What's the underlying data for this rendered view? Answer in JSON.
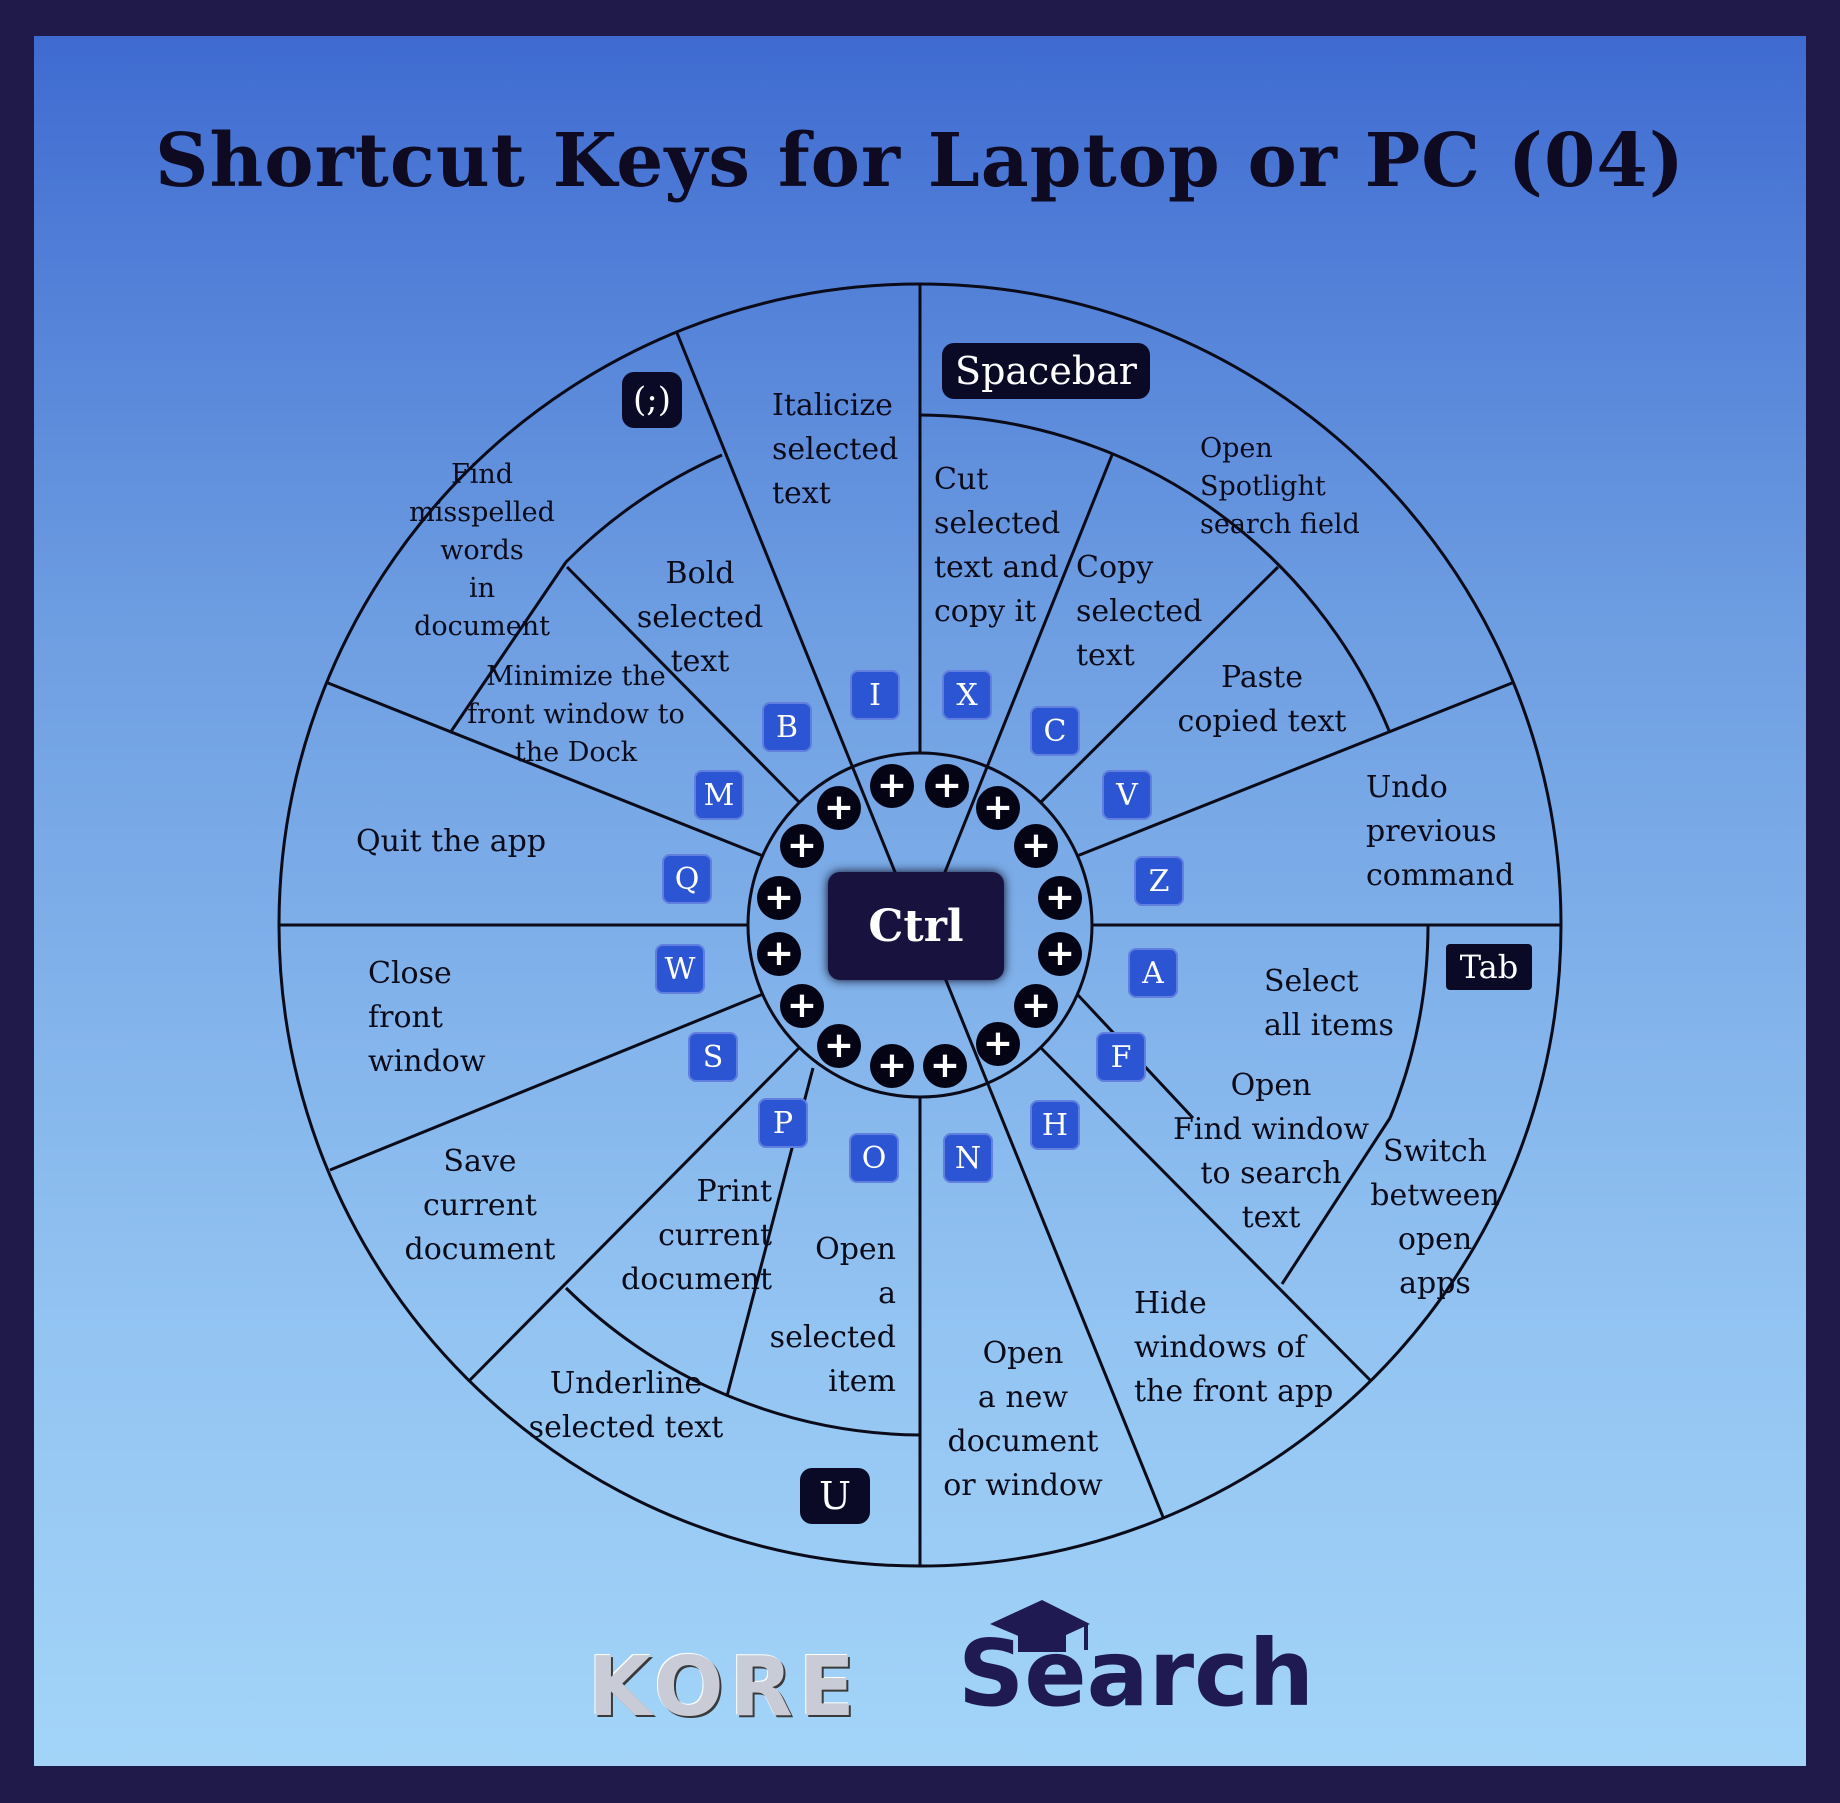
{
  "title": "Shortcut Keys for Laptop or PC (04)",
  "center_key": "Ctrl",
  "plus_symbol": "+",
  "special_keys": {
    "semicolon": "(;)",
    "spacebar": "Spacebar",
    "tab": "Tab",
    "u": "U"
  },
  "keys": {
    "I": "I",
    "X": "X",
    "B": "B",
    "C": "C",
    "M": "M",
    "V": "V",
    "Q": "Q",
    "Z": "Z",
    "W": "W",
    "A": "A",
    "S": "S",
    "F": "F",
    "P": "P",
    "H": "H",
    "O": "O",
    "N": "N"
  },
  "descriptions": {
    "semicolon": "Find\nmisspelled\nwords\nin\ndocument",
    "italic": "Italicize\nselected\ntext",
    "spacebar": "Open\nSpotlight\nsearch field",
    "bold": "Bold\nselected\ntext",
    "cut": "Cut\nselected\ntext and\ncopy it",
    "copy": "Copy\nselected\ntext",
    "minimize": "Minimize the\nfront window to\nthe Dock",
    "paste": "Paste\ncopied text",
    "quit": "Quit the app",
    "undo": "Undo\nprevious\ncommand",
    "close": "Close\nfront\nwindow",
    "select_all": "Select\nall items",
    "tab": "Switch\nbetween\nopen\napps",
    "find": "Open\nFind window\nto search\ntext",
    "save": "Save\ncurrent\ndocument",
    "print": "Print\ncurrent\ndocument",
    "open": "Open\na\nselected\nitem",
    "new": "Open\na new\ndocument\nor window",
    "hide": "Hide\nwindows of\nthe front app",
    "underline": "Underline\nselected text"
  },
  "logos": {
    "kore": "KORE",
    "search": "Search"
  },
  "colors": {
    "frame": "#1f1a4a",
    "key_blue": "#2c55d4",
    "key_dark": "#0b0a26",
    "line": "#0b0b1a"
  }
}
